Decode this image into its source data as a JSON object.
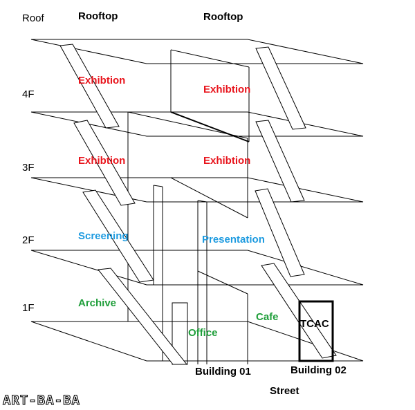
{
  "floors": [
    "Roof",
    "4F",
    "3F",
    "2F",
    "1F"
  ],
  "rooftop_labels": [
    "Rooftop",
    "Rooftop"
  ],
  "rooms": [
    {
      "label": "Exhibtion",
      "color": "#e8141c"
    },
    {
      "label": "Exhibtion",
      "color": "#e8141c"
    },
    {
      "label": "Exhibtion",
      "color": "#e8141c"
    },
    {
      "label": "Exhibtion",
      "color": "#e8141c"
    },
    {
      "label": "Screening",
      "color": "#1e9be0"
    },
    {
      "label": "Presentation",
      "color": "#1e9be0"
    },
    {
      "label": "Archive",
      "color": "#1f9e3a"
    },
    {
      "label": "Office",
      "color": "#1f9e3a"
    },
    {
      "label": "Cafe",
      "color": "#1f9e3a"
    }
  ],
  "tcac_label": "TCAC",
  "buildings": [
    "Building 01",
    "Building 02"
  ],
  "street_label": "Street",
  "watermark": "ART-BA-BA"
}
